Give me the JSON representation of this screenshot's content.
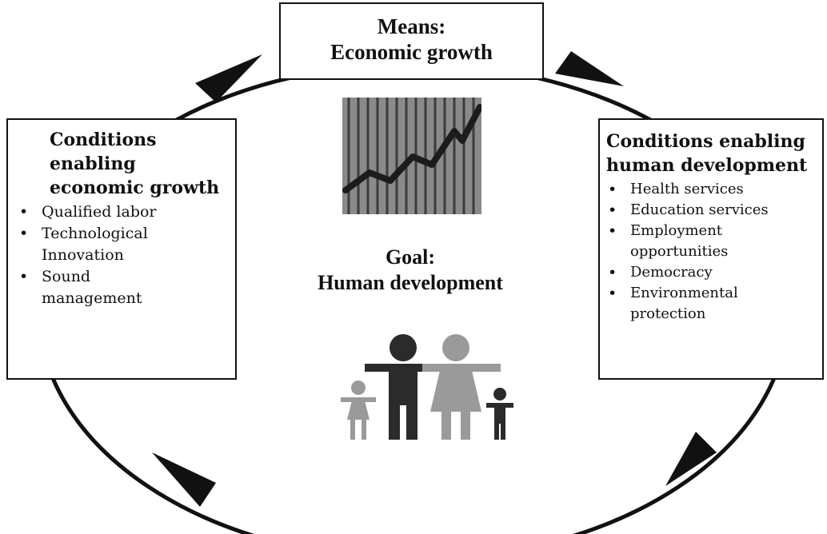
{
  "diagram": {
    "means": {
      "line1": "Means:",
      "line2": "Economic growth"
    },
    "goal": {
      "line1": "Goal:",
      "line2": "Human development"
    },
    "left_box": {
      "title_line1": "Conditions",
      "title_line2": "enabling",
      "title_line3": "economic growth",
      "items": [
        "Qualified labor",
        "Technological",
        "Innovation",
        "Sound",
        "management"
      ]
    },
    "right_box": {
      "title_line1": "Conditions enabling",
      "title_line2": "human development",
      "items": [
        "Health services",
        "Education services",
        "Employment",
        "opportunities",
        "Democracy",
        "Environmental",
        "protection"
      ]
    },
    "icons": {
      "chart": "rising-line-chart-icon",
      "family": "family-icon"
    },
    "colors": {
      "line": "#111111",
      "chart_bg": "#8a8a8a",
      "adult_male": "#2b2b2b",
      "adult_female": "#9a9a9a"
    }
  }
}
